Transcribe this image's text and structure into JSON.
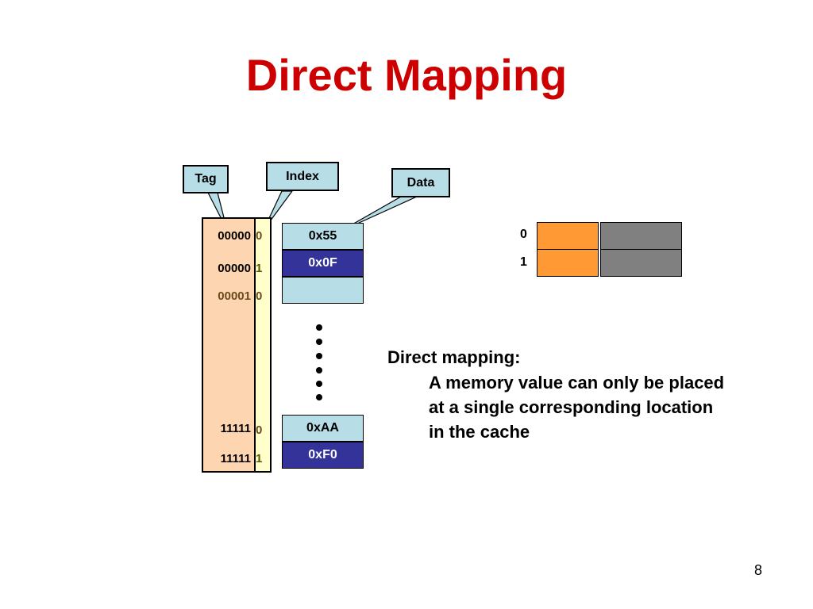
{
  "title": "Direct Mapping",
  "labels": {
    "tag": "Tag",
    "index": "Index",
    "data": "Data"
  },
  "memory": {
    "rows": [
      {
        "tag": "00000",
        "index": "0",
        "data": "0x55"
      },
      {
        "tag": "00000",
        "index": "1",
        "data": "0x0F"
      },
      {
        "tag": "00001",
        "index": "0",
        "data": ""
      },
      {
        "tag": "11111",
        "index": "0",
        "data": "0xAA"
      },
      {
        "tag": "11111",
        "index": "1",
        "data": "0xF0"
      }
    ]
  },
  "cache": {
    "indices": [
      "0",
      "1"
    ]
  },
  "description": {
    "heading": "Direct mapping:",
    "lines": [
      "A memory value can only be placed",
      "at a single corresponding location",
      "in the cache"
    ]
  },
  "colors": {
    "title": "#cc0000",
    "callout": "#b7dde6",
    "tag_column": "#fdd5b0",
    "index_column": "#ffffcc",
    "data_light": "#b7dde6",
    "data_dark": "#333399",
    "cache_tag": "#ff9933",
    "cache_data": "#808080"
  },
  "page_number": "8"
}
